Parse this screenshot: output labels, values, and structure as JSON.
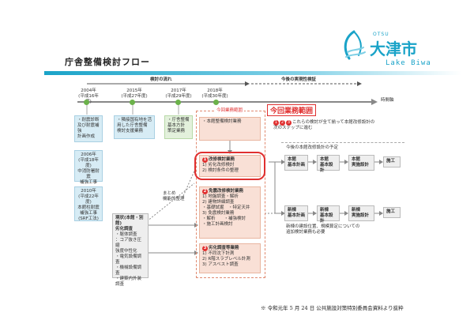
{
  "header": {
    "title": "庁舎整備検討フロー",
    "logo_otsu": "OTSU",
    "logo_kanji": "大津市",
    "logo_en": "Lake Biwa"
  },
  "timeline": {
    "flow_label": "検討の流れ",
    "future_label": "今後の実現性検証",
    "axis_label": "時間軸",
    "years": [
      {
        "label": "2004年",
        "sub": "(平成16年度)"
      },
      {
        "label": "2015年",
        "sub": "(平成27年度)"
      },
      {
        "label": "2017年",
        "sub": "(平成29年度)"
      },
      {
        "label": "2018年",
        "sub": "(平成30年度)"
      }
    ]
  },
  "scope": {
    "label": "今回業務範囲",
    "big_label": "今回業務範囲",
    "note_line1": "これらの検討が全て揃って本館改修設計の",
    "note_line2": "次のステップに進む",
    "note_nums": [
      "1",
      "2",
      "3"
    ]
  },
  "left_boxes": {
    "b2004": [
      "・耐震診断及び耐震補強",
      "計画作成"
    ],
    "b2015": [
      "・隣接国有地を活",
      "用した庁舎整備",
      "検討支援業務"
    ],
    "b2017": [
      "・庁舎整備",
      "基本方針",
      "策定業務"
    ],
    "b2006": [
      "2006年",
      "(平成18年度)",
      "中消防署耐震",
      "補強工事"
    ],
    "b2010": [
      "2010年",
      "(平成22年度)",
      "本館柱耐震",
      "補強工事",
      "(SRF工法)"
    ]
  },
  "current_box": {
    "items": [
      "・本館整備検討業務"
    ]
  },
  "item1": {
    "num": "1",
    "title": "改修検討業務",
    "lines": [
      "1) 劣化改修検討",
      "2) 検討条件の整理"
    ]
  },
  "item2": {
    "num": "2",
    "title": "免震改修検討業務",
    "lines": [
      "1) 地盤調査・解析",
      "2) 建物詳細調査",
      "・基礎試掘　・特定天井",
      "3) 免震検討業務",
      "・解析　　・補強検討",
      "・施工計画検討"
    ]
  },
  "item3": {
    "num": "3",
    "title": "劣化調査等業務",
    "lines": [
      "1) 不同沈下計測",
      "2) R階スラブレベル計測",
      "3) アスベスト調査"
    ]
  },
  "status_box": {
    "lines": [
      "現状(本館・別館)",
      "劣化調査",
      "・躯体調査",
      "：コア抜き圧縮",
      "強度中性化",
      "・電気設備調査",
      "・機械設備調査",
      "・建築内外装",
      "調査"
    ]
  },
  "summary_note": [
    "まとめ",
    "機能的整理"
  ],
  "upper_path": {
    "note": "今後の本館改修設計の予定",
    "steps": [
      "本館\n基本計画",
      "本館\n基本設計",
      "本館\n実施設計",
      "施工"
    ]
  },
  "lower_path": {
    "steps": [
      "新棟\n基本計画",
      "新棟\n基本設計",
      "新棟\n実施設計",
      "施工"
    ],
    "note_line1": "新棟の建設位置、規模算定についての",
    "note_line2": "追加検討業務も必要"
  },
  "footnote": "※ 令和元年 5 月 24 日 公共施設対策特別委員会資料より抜粋",
  "colors": {
    "accent": "#1aa3c8",
    "scope_red": "#e03030",
    "green_dot": "#6bb24a"
  }
}
